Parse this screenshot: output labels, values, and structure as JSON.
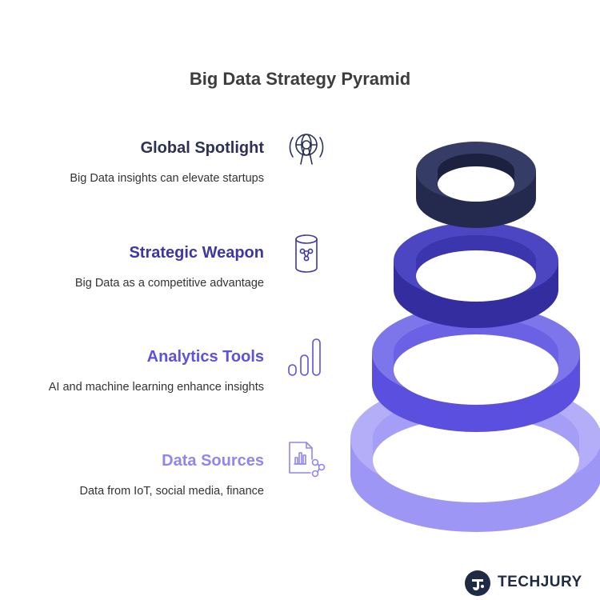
{
  "title": "Big Data Strategy Pyramid",
  "tiers": [
    {
      "heading": "Global Spotlight",
      "description": "Big Data insights can elevate startups",
      "icon": "globe-spotlight-icon",
      "color": "#2b3157"
    },
    {
      "heading": "Strategic Weapon",
      "description": "Big Data as a competitive advantage",
      "icon": "database-network-icon",
      "color": "#3c36a8"
    },
    {
      "heading": "Analytics Tools",
      "description": "AI and machine learning enhance insights",
      "icon": "bar-chart-icon",
      "color": "#5c52e0"
    },
    {
      "heading": "Data Sources",
      "description": "Data from IoT, social media, finance",
      "icon": "document-chart-share-icon",
      "color": "#8f86f2"
    }
  ],
  "brand": {
    "name": "TECHJURY",
    "color": "#1f2a44"
  }
}
